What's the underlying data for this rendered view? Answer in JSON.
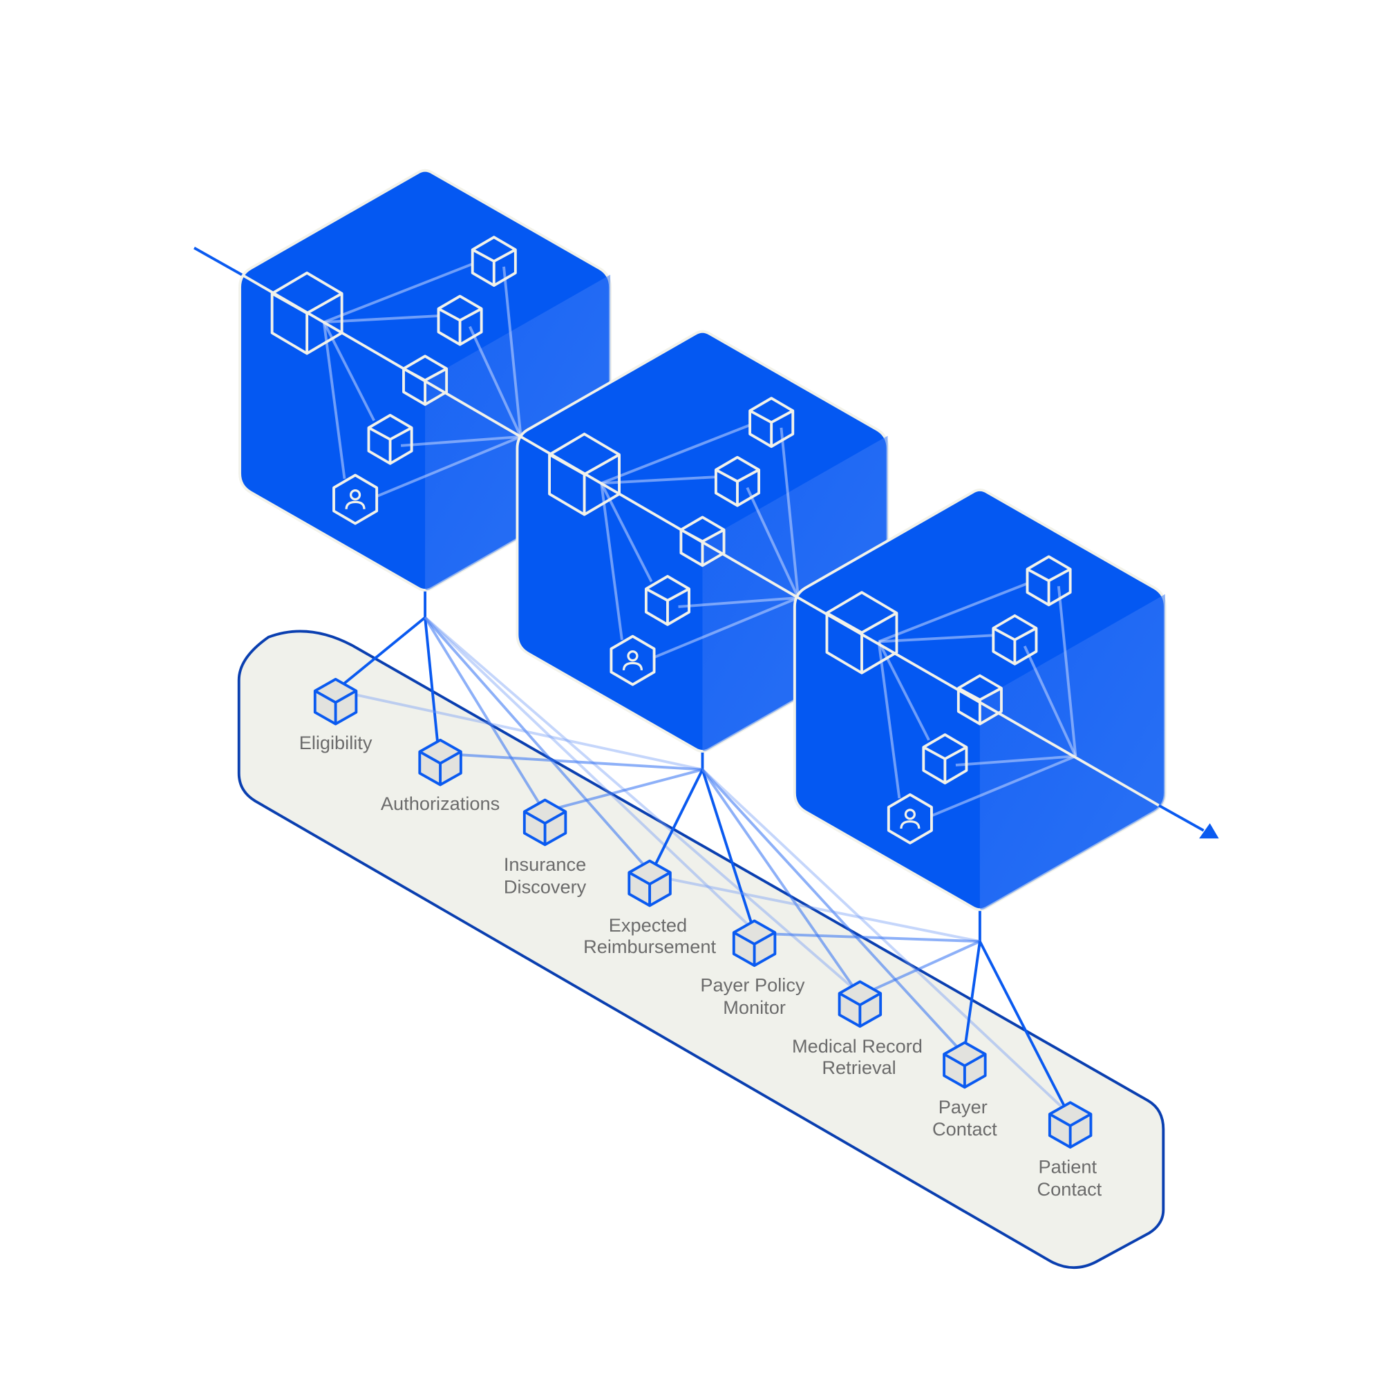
{
  "diagram": {
    "colors": {
      "block_blue": "#0458f2",
      "block_blue_light": "#3b7ef5",
      "outline_white": "#f2f2ea",
      "connector_blue": "#0a5af0",
      "tray_fill": "#f0f1eb",
      "tray_stroke": "#0a3fb0",
      "label_gray": "#6b6b6b",
      "cube_fill": "#e2e2de"
    },
    "blocks": [
      {
        "id": "block-1",
        "nodes": 5,
        "user_nodes": 1
      },
      {
        "id": "block-2",
        "nodes": 5,
        "user_nodes": 1
      },
      {
        "id": "block-3",
        "nodes": 5,
        "user_nodes": 1
      }
    ],
    "services": [
      {
        "label_line1": "Eligibility",
        "label_line2": ""
      },
      {
        "label_line1": "Authorizations",
        "label_line2": ""
      },
      {
        "label_line1": "Insurance",
        "label_line2": "Discovery"
      },
      {
        "label_line1": "Expected",
        "label_line2": "Reimbursement"
      },
      {
        "label_line1": "Payer Policy",
        "label_line2": "Monitor"
      },
      {
        "label_line1": "Medical Record",
        "label_line2": "Retrieval"
      },
      {
        "label_line1": "Payer",
        "label_line2": "Contact"
      },
      {
        "label_line1": "Patient",
        "label_line2": "Contact"
      }
    ],
    "flow_arrow": "arrow-right-down-icon"
  }
}
